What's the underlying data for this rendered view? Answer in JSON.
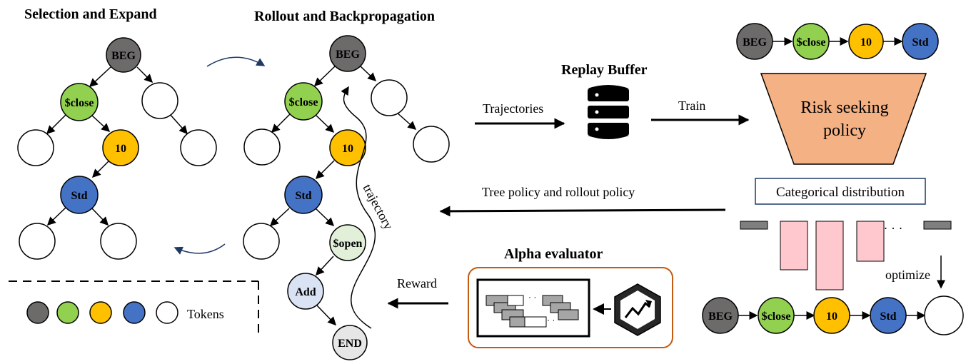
{
  "titles": {
    "selection_expand": "Selection and Expand",
    "rollout_backprop": "Rollout and Backpropagation",
    "replay_buffer": "Replay Buffer",
    "alpha_evaluator": "Alpha evaluator"
  },
  "labels": {
    "trajectories": "Trajectories",
    "train": "Train",
    "risk_policy_line1": "Risk seeking",
    "risk_policy_line2": "policy",
    "categorical": "Categorical distribution",
    "tree_policy": "Tree policy and rollout policy",
    "trajectory": "trajectory",
    "reward": "Reward",
    "optimize": "optimize",
    "tokens": "Tokens",
    "ellipsis": "· · ·"
  },
  "tokens": {
    "beg": "BEG",
    "close": "$close",
    "ten": "10",
    "std": "Std",
    "open": "$open",
    "add": "Add",
    "end": "END"
  },
  "colors": {
    "gray": "#6d6a6a",
    "green": "#92d050",
    "yellow": "#ffc000",
    "blue": "#4472c4",
    "light_green": "#e2f0d9",
    "light_blue": "#dae3f3",
    "light_gray": "#e7e6e6",
    "salmon": "#f4b183",
    "pink": "#ffc7ce",
    "bar_gray": "#7f7f7f",
    "evaluator_border": "#c55a11",
    "arrow_navy": "#1f3864"
  },
  "legend_token_colors": [
    "gray",
    "green",
    "yellow",
    "blue",
    "white"
  ],
  "distribution_bars": [
    {
      "kind": "small",
      "value": 0.1
    },
    {
      "kind": "tall",
      "value": 0.6
    },
    {
      "kind": "tall",
      "value": 0.85
    },
    {
      "kind": "tall",
      "value": 0.5
    },
    {
      "kind": "small",
      "value": 0.1
    }
  ]
}
